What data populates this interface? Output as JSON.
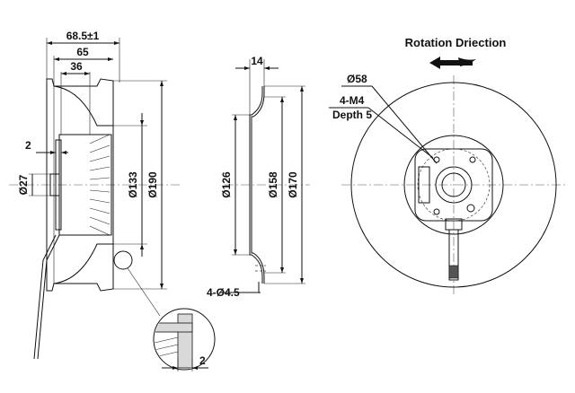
{
  "side_view": {
    "dim_overall_width": "68.5±1",
    "dim_width_65": "65",
    "dim_width_36": "36",
    "dim_2": "2",
    "dim_hub": "Ø27",
    "dim_inlet": "Ø133",
    "dim_outer": "Ø190"
  },
  "middle_view": {
    "dim_depth": "14",
    "dim_126": "Ø126",
    "dim_158": "Ø158",
    "dim_170": "Ø170",
    "dim_holes": "4-Ø4.5"
  },
  "detail_view": {
    "dim_2": "2"
  },
  "front_view": {
    "title": "Rotation Driection",
    "dim_hub": "Ø58",
    "thread": "4-M4",
    "depth": "Depth 5",
    "rotation_direction": "counterclockwise",
    "arrow_icon": "left-arrow-icon"
  },
  "colors": {
    "line": "#111111",
    "centerline": "#555555",
    "part_fill": "#d9d9d9"
  }
}
